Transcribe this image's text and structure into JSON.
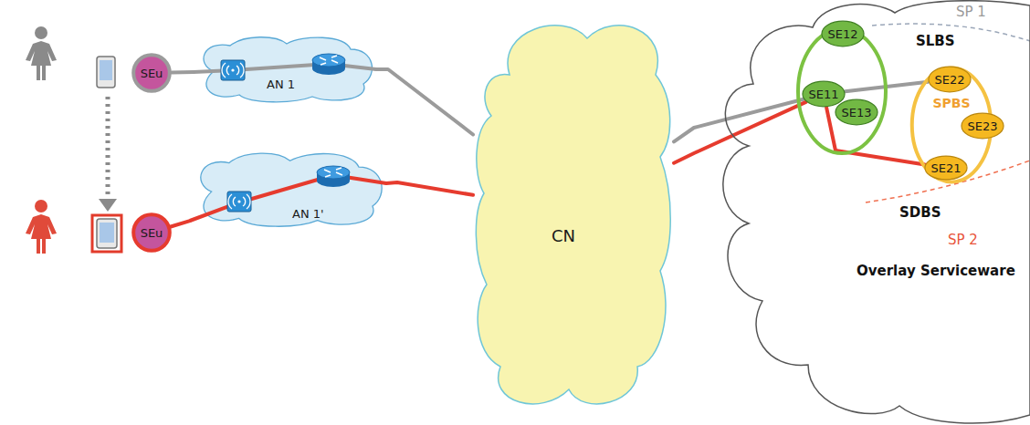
{
  "diagram": {
    "nodes": [
      {
        "text": [
          "SEu"
        ]
      },
      {
        "text": [
          "AN 1"
        ]
      },
      {
        "text": [
          "SEu"
        ]
      },
      {
        "text": [
          "AN 1'"
        ]
      },
      {
        "text": [
          "CN"
        ]
      },
      {
        "text": [
          "Overlay Serviceware"
        ]
      },
      {
        "text": [
          "SE12"
        ],
        "in": 5
      },
      {
        "text": [
          "SE11"
        ],
        "in": 5
      },
      {
        "text": [
          "SE13"
        ],
        "in": 5
      },
      {
        "text": [
          "SPBS"
        ],
        "in": 5
      },
      {
        "text": [
          "SE22"
        ],
        "in": 9
      },
      {
        "text": [
          "SE23"
        ],
        "in": 9
      },
      {
        "text": [
          "SE21"
        ],
        "in": 9
      }
    ],
    "edges": [
      {
        "from": 0,
        "to": 1,
        "arrow": "none"
      },
      {
        "from": 1,
        "to": 4,
        "arrow": "none"
      },
      {
        "from": 4,
        "to": 7,
        "arrow": "none"
      },
      {
        "from": 7,
        "to": 10,
        "arrow": "none"
      },
      {
        "from": 2,
        "to": 3,
        "arrow": "none"
      },
      {
        "from": 3,
        "to": 4,
        "arrow": "none"
      },
      {
        "from": 4,
        "to": 7,
        "arrow": "none"
      },
      {
        "from": 7,
        "to": 12,
        "arrow": "none"
      }
    ],
    "labels": [
      "SP 1",
      "SLBS",
      "SDBS",
      "SP 2"
    ]
  }
}
